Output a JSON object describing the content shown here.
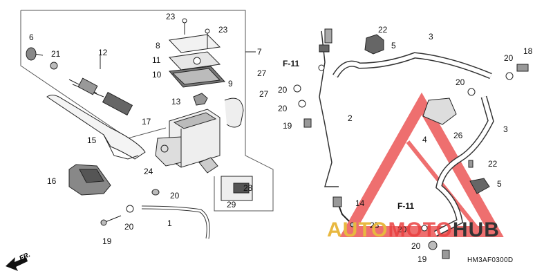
{
  "diagram": {
    "code": "HM3AF0300D",
    "direction_label": "FR.",
    "watermark": {
      "part1": "AUTO",
      "part2": "MOTO",
      "part3": "HUB",
      "accent": "#e94040",
      "gold": "#e8b840",
      "dark": "#333333"
    },
    "callouts": [
      {
        "id": "c23a",
        "text": "23"
      },
      {
        "id": "c23b",
        "text": "23"
      },
      {
        "id": "c7",
        "text": "7"
      },
      {
        "id": "c6",
        "text": "6"
      },
      {
        "id": "c12",
        "text": "12"
      },
      {
        "id": "c21",
        "text": "21"
      },
      {
        "id": "c8",
        "text": "8"
      },
      {
        "id": "c11",
        "text": "11"
      },
      {
        "id": "c10",
        "text": "10"
      },
      {
        "id": "c9",
        "text": "9"
      },
      {
        "id": "c13",
        "text": "13"
      },
      {
        "id": "c27a",
        "text": "27"
      },
      {
        "id": "c27b",
        "text": "27"
      },
      {
        "id": "c17",
        "text": "17"
      },
      {
        "id": "c15",
        "text": "15"
      },
      {
        "id": "c24",
        "text": "24"
      },
      {
        "id": "c16",
        "text": "16"
      },
      {
        "id": "c20a",
        "text": "20"
      },
      {
        "id": "c20b",
        "text": "20"
      },
      {
        "id": "c1",
        "text": "1"
      },
      {
        "id": "c19a",
        "text": "19"
      },
      {
        "id": "c28",
        "text": "28"
      },
      {
        "id": "c29",
        "text": "29"
      },
      {
        "id": "cF11a",
        "text": "F-11"
      },
      {
        "id": "c20c",
        "text": "20"
      },
      {
        "id": "c20d",
        "text": "20"
      },
      {
        "id": "c19b",
        "text": "19"
      },
      {
        "id": "c2",
        "text": "2"
      },
      {
        "id": "c22a",
        "text": "22"
      },
      {
        "id": "c5a",
        "text": "5"
      },
      {
        "id": "c3a",
        "text": "3"
      },
      {
        "id": "c20e",
        "text": "20"
      },
      {
        "id": "c18",
        "text": "18"
      },
      {
        "id": "c20f",
        "text": "20"
      },
      {
        "id": "c3b",
        "text": "3"
      },
      {
        "id": "c4",
        "text": "4"
      },
      {
        "id": "c26",
        "text": "26"
      },
      {
        "id": "c22b",
        "text": "22"
      },
      {
        "id": "c5b",
        "text": "5"
      },
      {
        "id": "c14",
        "text": "14"
      },
      {
        "id": "c25",
        "text": "25"
      },
      {
        "id": "cF11b",
        "text": "F-11"
      },
      {
        "id": "c20g",
        "text": "20"
      },
      {
        "id": "c20h",
        "text": "20"
      },
      {
        "id": "c19c",
        "text": "19"
      }
    ]
  }
}
